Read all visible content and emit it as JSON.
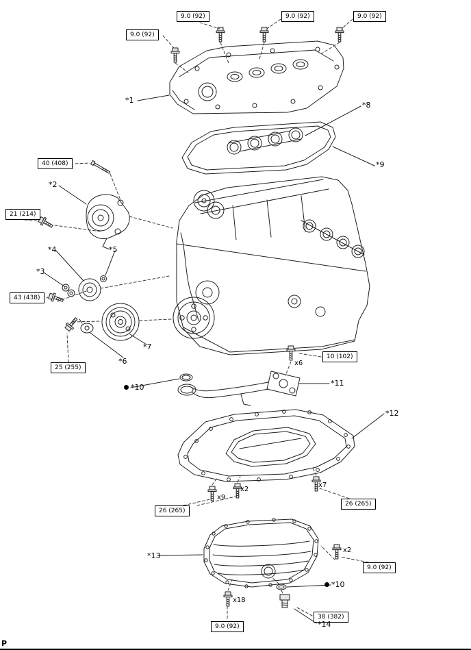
{
  "page": {
    "corner_mark": "P"
  },
  "symbols": {
    "non_reusable_marker": "●"
  },
  "torque_specs": [
    {
      "text": "9.0 (92)"
    },
    {
      "text": "9.0 (92)"
    },
    {
      "text": "9.0 (92)"
    },
    {
      "text": "9.0 (92)"
    },
    {
      "text": "40 (408)"
    },
    {
      "text": "21 (214)"
    },
    {
      "text": "43 (438)"
    },
    {
      "text": "25 (255)"
    },
    {
      "text": "10 (102)"
    },
    {
      "text": "26 (265)"
    },
    {
      "text": "26 (265)"
    },
    {
      "text": "9.0 (92)"
    },
    {
      "text": "9.0 (92)"
    },
    {
      "text": "38 (382)"
    }
  ],
  "callouts": [
    {
      "text": "*1"
    },
    {
      "text": "*2"
    },
    {
      "text": "*3"
    },
    {
      "text": "*4"
    },
    {
      "text": "*5"
    },
    {
      "text": "*6"
    },
    {
      "text": "*7"
    },
    {
      "text": "*8"
    },
    {
      "text": "*9"
    },
    {
      "text": "*10",
      "non_reusable": true
    },
    {
      "text": "*11"
    },
    {
      "text": "*12"
    },
    {
      "text": "*13"
    },
    {
      "text": "*10",
      "non_reusable": true
    },
    {
      "text": "*14"
    }
  ],
  "quantities": [
    {
      "text": "x6"
    },
    {
      "text": "x9"
    },
    {
      "text": "x2"
    },
    {
      "text": "x7"
    },
    {
      "text": "x2"
    },
    {
      "text": "x18"
    }
  ]
}
